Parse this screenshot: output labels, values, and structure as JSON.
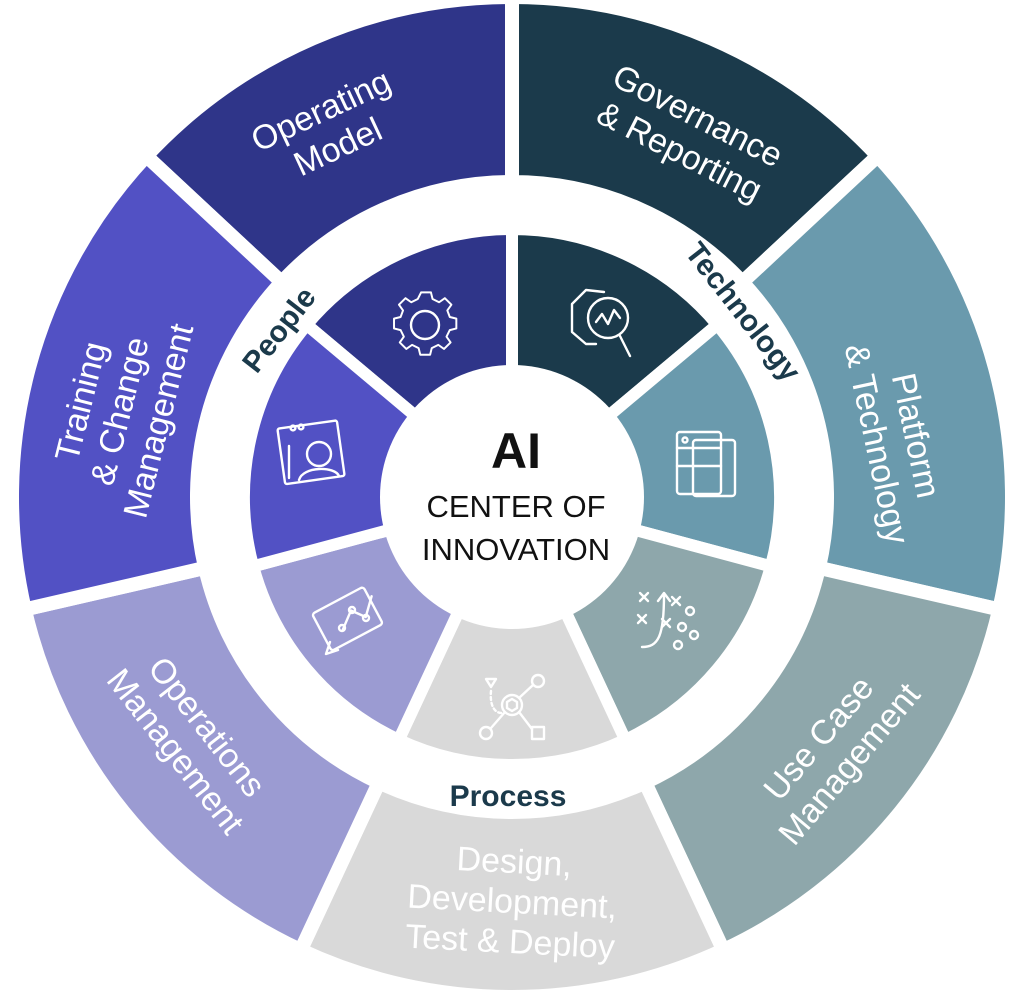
{
  "center": {
    "title": "AI",
    "line1": "CENTER OF",
    "line2": "INNOVATION"
  },
  "groups": {
    "people": "People",
    "technology": "Technology",
    "process": "Process"
  },
  "segments": [
    {
      "id": "operating-model",
      "color": "#2f3589",
      "lines": [
        "Operating",
        "Model"
      ],
      "icon": "gear-icon"
    },
    {
      "id": "governance-reporting",
      "color": "#1b3a4b",
      "lines": [
        "Governance",
        "& Reporting"
      ],
      "icon": "analytics-search-icon"
    },
    {
      "id": "platform-technology",
      "color": "#6a9aad",
      "lines": [
        "Platform",
        "& Technology"
      ],
      "icon": "platform-windows-icon"
    },
    {
      "id": "use-case-management",
      "color": "#8ea7ab",
      "lines": [
        "Use Case",
        "Management"
      ],
      "icon": "strategy-play-icon"
    },
    {
      "id": "design-development",
      "color": "#d9d9d9",
      "lines": [
        "Design,",
        "Development,",
        "Test & Deploy"
      ],
      "icon": "workflow-nodes-icon"
    },
    {
      "id": "operations-management",
      "color": "#9b9bd2",
      "lines": [
        "Operations",
        "Management"
      ],
      "icon": "process-monitor-icon"
    },
    {
      "id": "training-change",
      "color": "#5251c4",
      "lines": [
        "Training",
        "& Change",
        "Management"
      ],
      "icon": "user-profile-icon"
    }
  ]
}
